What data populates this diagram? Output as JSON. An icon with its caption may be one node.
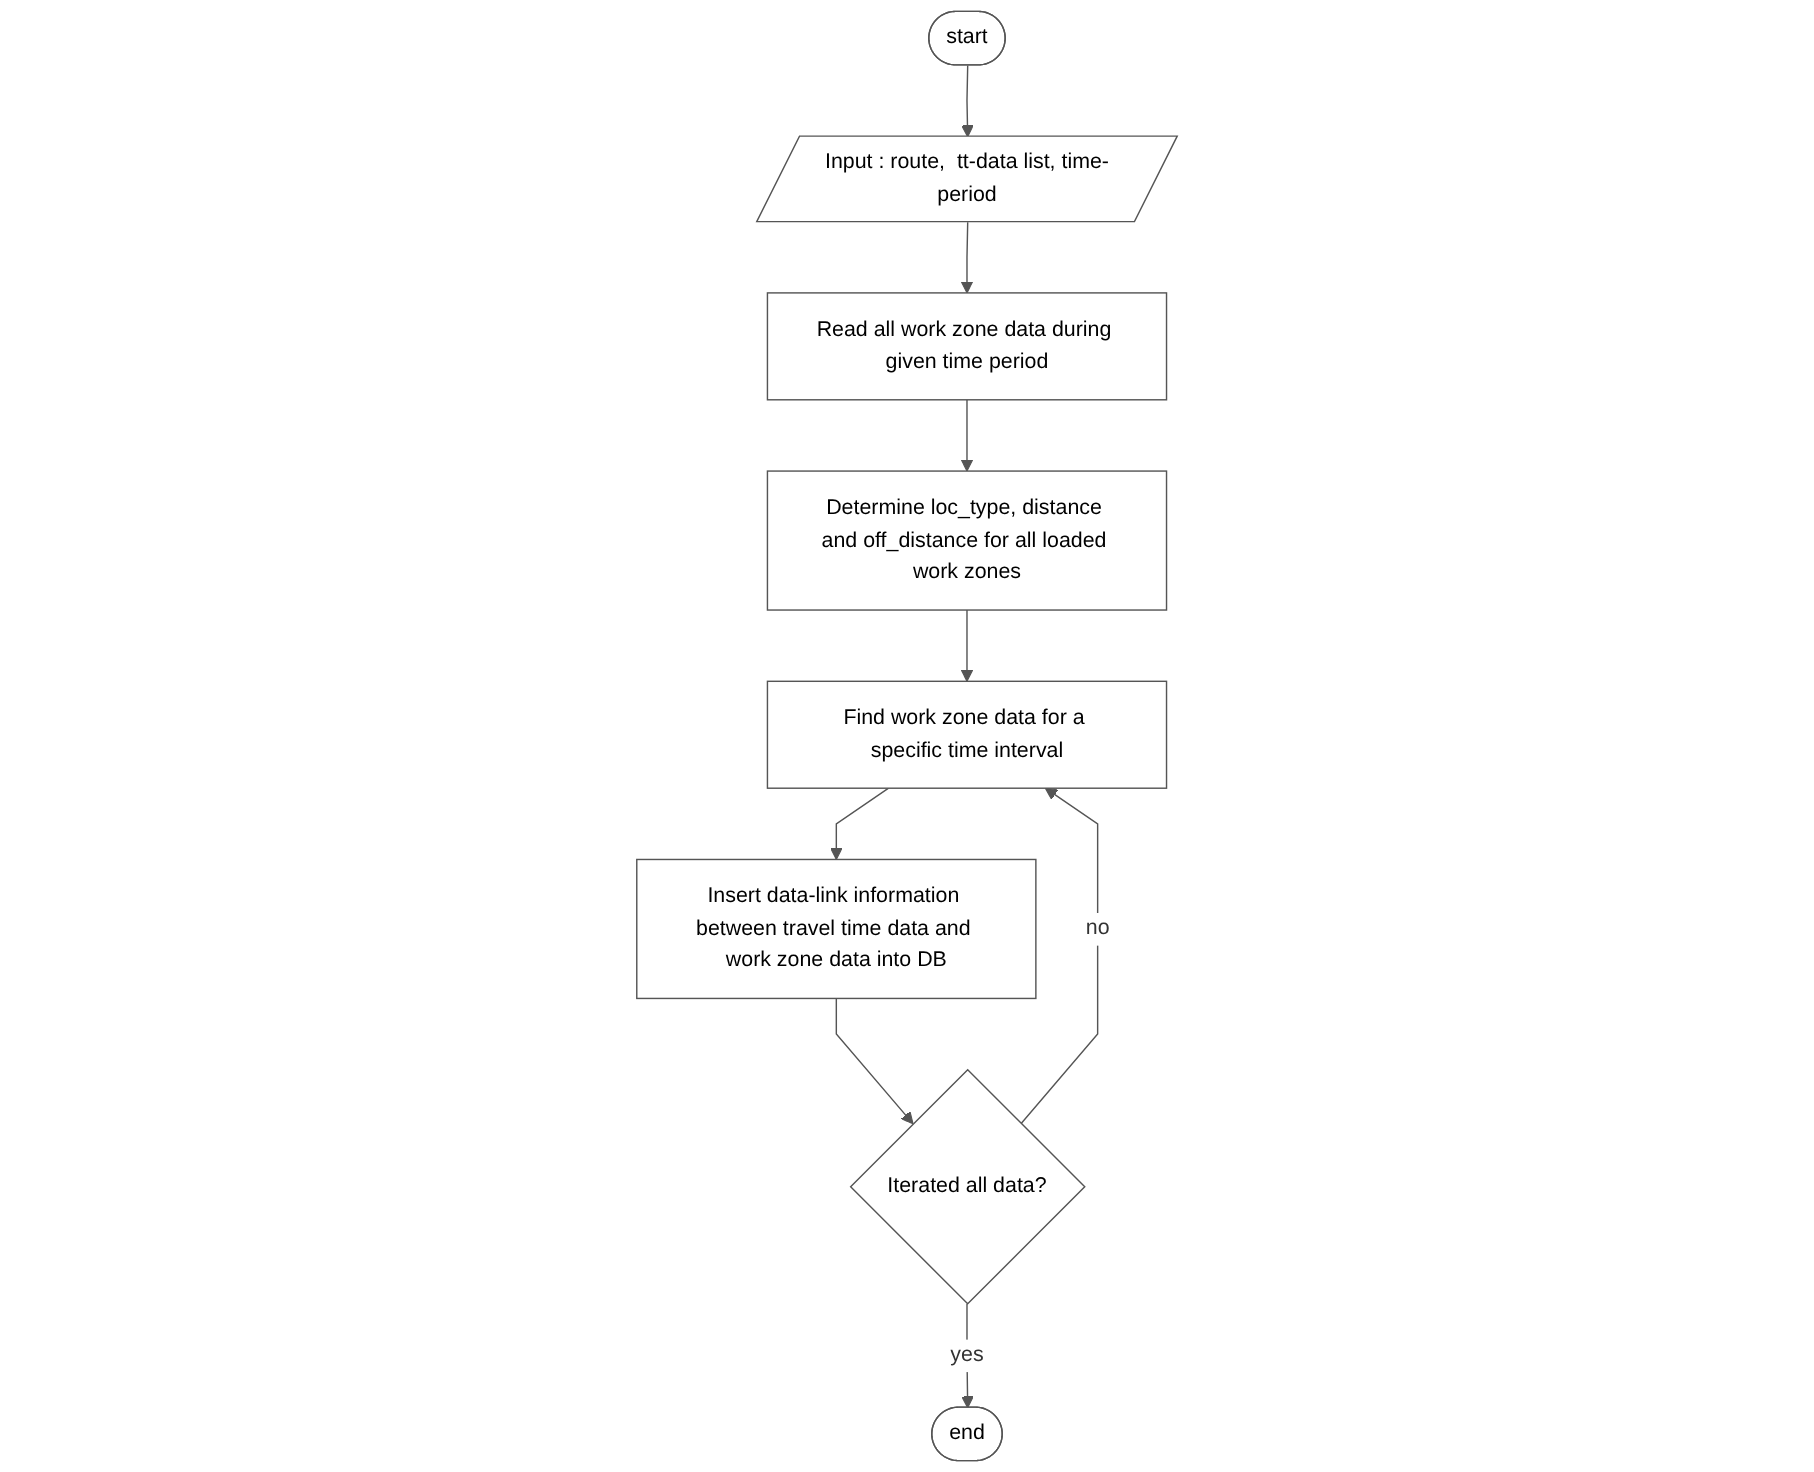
{
  "diagram": {
    "nodes": [
      {
        "text": [
          "start"
        ]
      },
      {
        "text": [
          "Input : route,  tt-data list, time-period"
        ]
      },
      {
        "text": [
          "Read all work zone data during given time period"
        ]
      },
      {
        "text": [
          "Determine loc_type, distance and off_distance for all loaded work zones"
        ]
      },
      {
        "text": [
          "Find work zone data for a specific time interval"
        ]
      },
      {
        "text": [
          "Insert data-link information between travel time data and work zone data into DB"
        ]
      },
      {
        "text": [
          "Iterated all data?"
        ]
      },
      {
        "text": [
          "end"
        ]
      }
    ],
    "edges": [
      {
        "from": 0,
        "to": 1,
        "arrow": "to"
      },
      {
        "from": 1,
        "to": 2,
        "arrow": "to"
      },
      {
        "from": 2,
        "to": 3,
        "arrow": "to"
      },
      {
        "from": 3,
        "to": 4,
        "arrow": "to"
      },
      {
        "from": 4,
        "to": 5,
        "arrow": "to"
      },
      {
        "from": 5,
        "to": 6,
        "arrow": "to"
      },
      {
        "from": 6,
        "to": 7,
        "label": "yes",
        "arrow": "to"
      },
      {
        "from": 6,
        "to": 4,
        "label": "no",
        "arrow": "to"
      }
    ]
  }
}
